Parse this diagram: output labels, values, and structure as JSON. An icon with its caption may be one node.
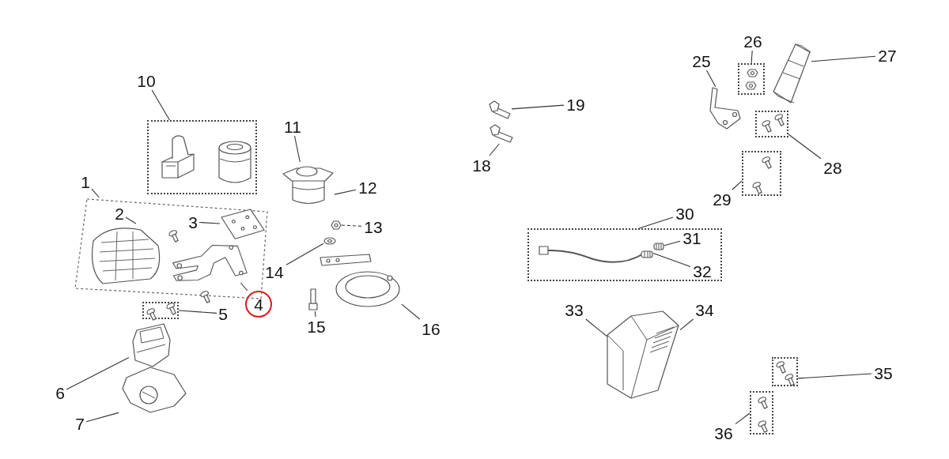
{
  "diagram": {
    "nodes": [
      {
        "text": [
          "10"
        ]
      },
      {
        "text": [],
        "shape": "box"
      },
      {
        "text": [],
        "shape": "picture",
        "in": 1
      },
      {
        "text": [],
        "shape": "picture",
        "in": 1
      },
      {
        "text": [
          "1"
        ]
      },
      {
        "text": [],
        "shape": "box"
      },
      {
        "text": [
          "2"
        ],
        "in": 5
      },
      {
        "text": [],
        "shape": "picture",
        "in": 5
      },
      {
        "text": [
          "3"
        ],
        "in": 5
      },
      {
        "text": [],
        "shape": "picture",
        "in": 5
      },
      {
        "text": [
          "4"
        ]
      },
      {
        "text": [],
        "shape": "picture",
        "in": 5
      },
      {
        "text": [
          "5"
        ]
      },
      {
        "text": [],
        "shape": "box"
      },
      {
        "text": [
          "6"
        ]
      },
      {
        "text": [],
        "shape": "picture"
      },
      {
        "text": [
          "7"
        ]
      },
      {
        "text": [],
        "shape": "picture"
      },
      {
        "text": [
          "11"
        ]
      },
      {
        "text": [],
        "shape": "picture"
      },
      {
        "text": [
          "12"
        ]
      },
      {
        "text": [
          "13"
        ]
      },
      {
        "text": [],
        "shape": "picture"
      },
      {
        "text": [
          "14"
        ]
      },
      {
        "text": [],
        "shape": "picture"
      },
      {
        "text": [
          "15"
        ]
      },
      {
        "text": [],
        "shape": "picture"
      },
      {
        "text": [
          "16"
        ]
      },
      {
        "text": [],
        "shape": "picture"
      },
      {
        "text": [
          "19"
        ]
      },
      {
        "text": [],
        "shape": "picture"
      },
      {
        "text": [
          "18"
        ]
      },
      {
        "text": [],
        "shape": "picture"
      },
      {
        "text": [
          "25"
        ]
      },
      {
        "text": [],
        "shape": "picture"
      },
      {
        "text": [
          "26"
        ]
      },
      {
        "text": [],
        "shape": "box"
      },
      {
        "text": [
          "27"
        ]
      },
      {
        "text": [],
        "shape": "picture"
      },
      {
        "text": [
          "28"
        ]
      },
      {
        "text": [],
        "shape": "box"
      },
      {
        "text": [
          "29"
        ]
      },
      {
        "text": [],
        "shape": "box"
      },
      {
        "text": [
          "30"
        ]
      },
      {
        "text": [],
        "shape": "box"
      },
      {
        "text": [],
        "shape": "picture",
        "in": 44
      },
      {
        "text": [
          "31"
        ],
        "in": 44
      },
      {
        "text": [],
        "shape": "picture",
        "in": 44
      },
      {
        "text": [
          "32"
        ],
        "in": 44
      },
      {
        "text": [],
        "shape": "picture",
        "in": 44
      },
      {
        "text": [
          "33"
        ]
      },
      {
        "text": [],
        "shape": "picture"
      },
      {
        "text": [
          "34"
        ]
      },
      {
        "text": [
          "35"
        ]
      },
      {
        "text": [],
        "shape": "box"
      },
      {
        "text": [
          "36"
        ]
      },
      {
        "text": [],
        "shape": "box"
      }
    ],
    "edges": [
      {
        "from": 0,
        "to": 1,
        "arrow": "none"
      },
      {
        "from": 4,
        "to": 5,
        "arrow": "none"
      },
      {
        "from": 6,
        "to": 7,
        "arrow": "none"
      },
      {
        "from": 8,
        "to": 9,
        "arrow": "none"
      },
      {
        "from": 10,
        "to": 11,
        "arrow": "none"
      },
      {
        "from": 12,
        "to": 13,
        "arrow": "none"
      },
      {
        "from": 14,
        "to": 15,
        "arrow": "none"
      },
      {
        "from": 16,
        "to": 17,
        "arrow": "none"
      },
      {
        "from": 18,
        "to": 19,
        "arrow": "none"
      },
      {
        "from": 20,
        "to": 19,
        "arrow": "none"
      },
      {
        "from": 21,
        "to": 22,
        "arrow": "none",
        "style": "dashed"
      },
      {
        "from": 23,
        "to": 24,
        "arrow": "none"
      },
      {
        "from": 25,
        "to": 26,
        "arrow": "none"
      },
      {
        "from": 27,
        "to": 28,
        "arrow": "none"
      },
      {
        "from": 29,
        "to": 30,
        "arrow": "none"
      },
      {
        "from": 31,
        "to": 32,
        "arrow": "none"
      },
      {
        "from": 33,
        "to": 34,
        "arrow": "none"
      },
      {
        "from": 35,
        "to": 36,
        "arrow": "none"
      },
      {
        "from": 37,
        "to": 38,
        "arrow": "none"
      },
      {
        "from": 39,
        "to": 40,
        "arrow": "none"
      },
      {
        "from": 41,
        "to": 42,
        "arrow": "none"
      },
      {
        "from": 43,
        "to": 44,
        "arrow": "none"
      },
      {
        "from": 46,
        "to": 47,
        "arrow": "none"
      },
      {
        "from": 48,
        "to": 49,
        "arrow": "none"
      },
      {
        "from": 50,
        "to": 51,
        "arrow": "none"
      },
      {
        "from": 52,
        "to": 51,
        "arrow": "none"
      },
      {
        "from": 53,
        "to": 54,
        "arrow": "none"
      },
      {
        "from": 55,
        "to": 56,
        "arrow": "none"
      }
    ]
  }
}
